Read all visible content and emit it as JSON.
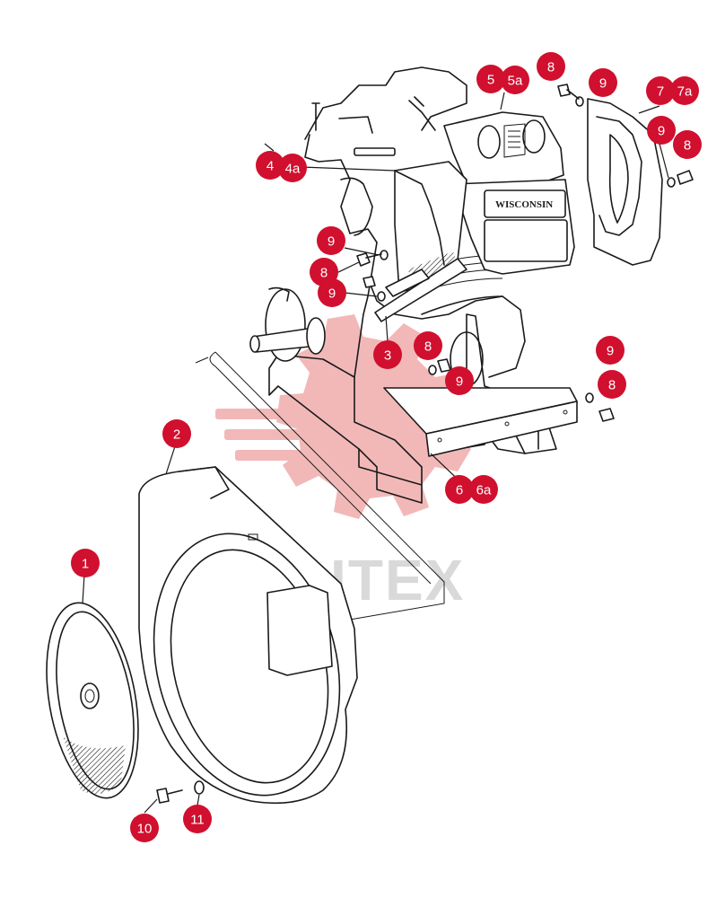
{
  "colors": {
    "callout": "#d0102e",
    "watermark": "#f2b8b8",
    "watermark_text": "#d9d9d9",
    "line": "#1a1a1a"
  },
  "diagram": {
    "watermark_text": "ИНТЕХ",
    "engine_brand": "WISCONSIN",
    "callouts": [
      {
        "label": "1"
      },
      {
        "label": "2"
      },
      {
        "label": "3"
      },
      {
        "label": "4"
      },
      {
        "label": "4a"
      },
      {
        "label": "5"
      },
      {
        "label": "5a"
      },
      {
        "label": "6"
      },
      {
        "label": "6a"
      },
      {
        "label": "7"
      },
      {
        "label": "7a"
      },
      {
        "label": "8"
      },
      {
        "label": "8"
      },
      {
        "label": "8"
      },
      {
        "label": "8"
      },
      {
        "label": "8"
      },
      {
        "label": "9"
      },
      {
        "label": "9"
      },
      {
        "label": "9"
      },
      {
        "label": "9"
      },
      {
        "label": "9"
      },
      {
        "label": "9"
      },
      {
        "label": "10"
      },
      {
        "label": "11"
      }
    ]
  }
}
